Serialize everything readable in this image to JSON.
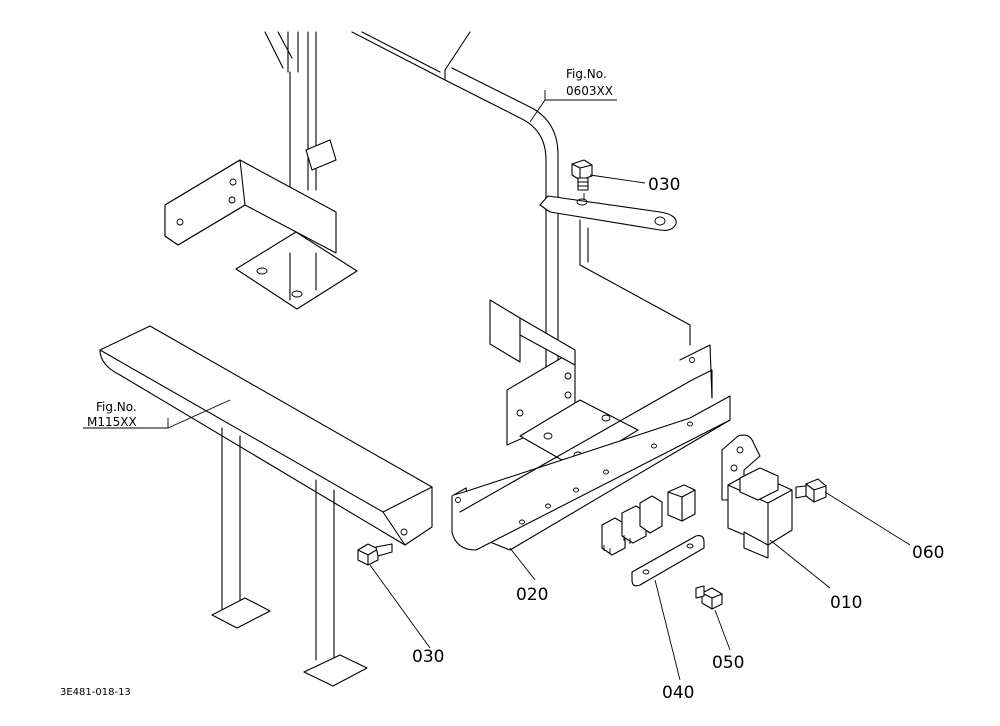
{
  "callouts": {
    "c010": "010",
    "c020": "020",
    "c030_top": "030",
    "c030_bottom": "030",
    "c040": "040",
    "c050": "050",
    "c060": "060"
  },
  "figure_refs": {
    "top": {
      "label": "Fig.No.",
      "number": "0603XX"
    },
    "left": {
      "label": "Fig.No.",
      "number": "M115XX"
    }
  },
  "document_id": "3E481-018-13"
}
